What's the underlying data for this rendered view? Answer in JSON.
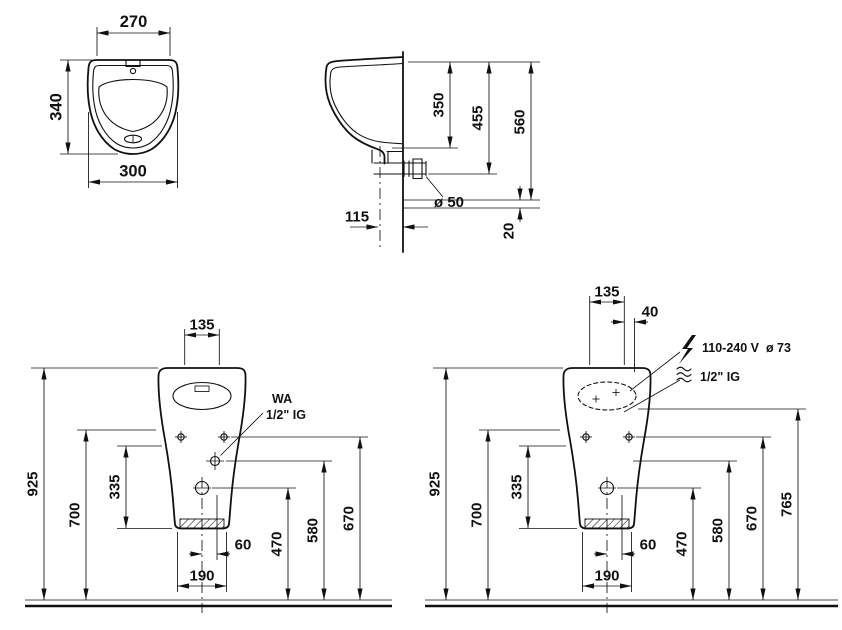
{
  "front_view": {
    "width_top": "270",
    "height": "340",
    "width_bottom": "300"
  },
  "side_view": {
    "height_rim": "350",
    "height_mid": "455",
    "height_total": "560",
    "outlet_depth": "115",
    "outlet_diameter": "ø 50",
    "floor_gap": "20"
  },
  "install_manual": {
    "top_width": "135",
    "height_overall": "925",
    "height_water": "700",
    "height_body": "335",
    "height_outlet": "470",
    "height_mid": "580",
    "height_upper": "670",
    "outlet_offset": "60",
    "base_width": "190",
    "water_label_1": "WA",
    "water_label_2": "1/2\" IG"
  },
  "install_electronic": {
    "top_width": "135",
    "power_offset": "40",
    "power_label": "110-240 V  ø 73",
    "water_label": "1/2\" IG",
    "height_overall": "925",
    "height_water": "700",
    "height_body": "335",
    "height_outlet": "470",
    "height_mid": "580",
    "height_upper": "670",
    "height_sensor": "765",
    "outlet_offset": "60",
    "base_width": "190"
  }
}
